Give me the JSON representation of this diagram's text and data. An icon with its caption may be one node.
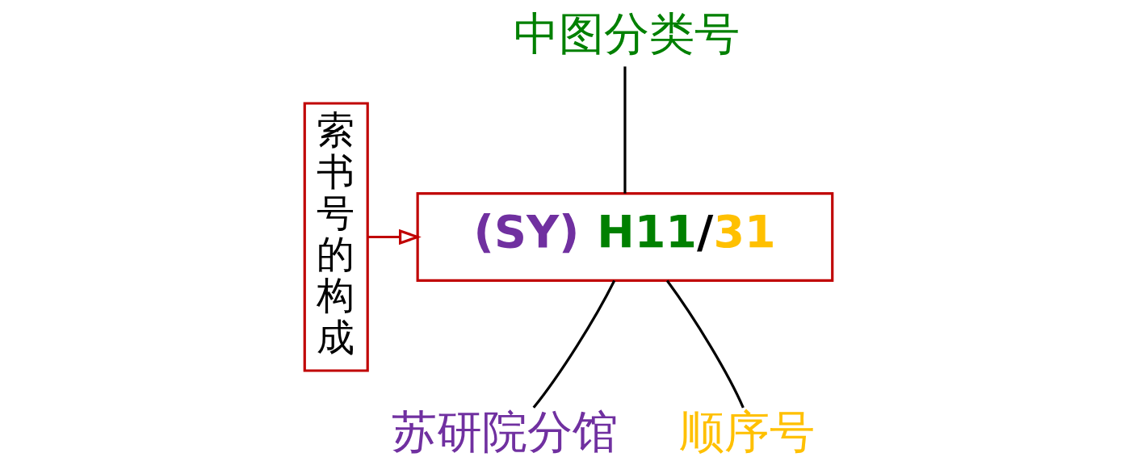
{
  "diagram": {
    "nodes": [
      {
        "text": [
          "索书号的构成"
        ]
      },
      {
        "text": [
          "(SY) H11/31"
        ]
      },
      {
        "text": [
          "中图分类号"
        ]
      },
      {
        "text": [
          "苏研院分馆"
        ]
      },
      {
        "text": [
          "顺序号"
        ]
      }
    ],
    "edges": [
      {
        "from": 0,
        "to": 1,
        "arrow": "to",
        "color": "#c00000"
      },
      {
        "from": 2,
        "to": 1,
        "arrow": "none"
      },
      {
        "from": 3,
        "to": 1,
        "arrow": "none"
      },
      {
        "from": 4,
        "to": 1,
        "arrow": "none"
      }
    ]
  }
}
